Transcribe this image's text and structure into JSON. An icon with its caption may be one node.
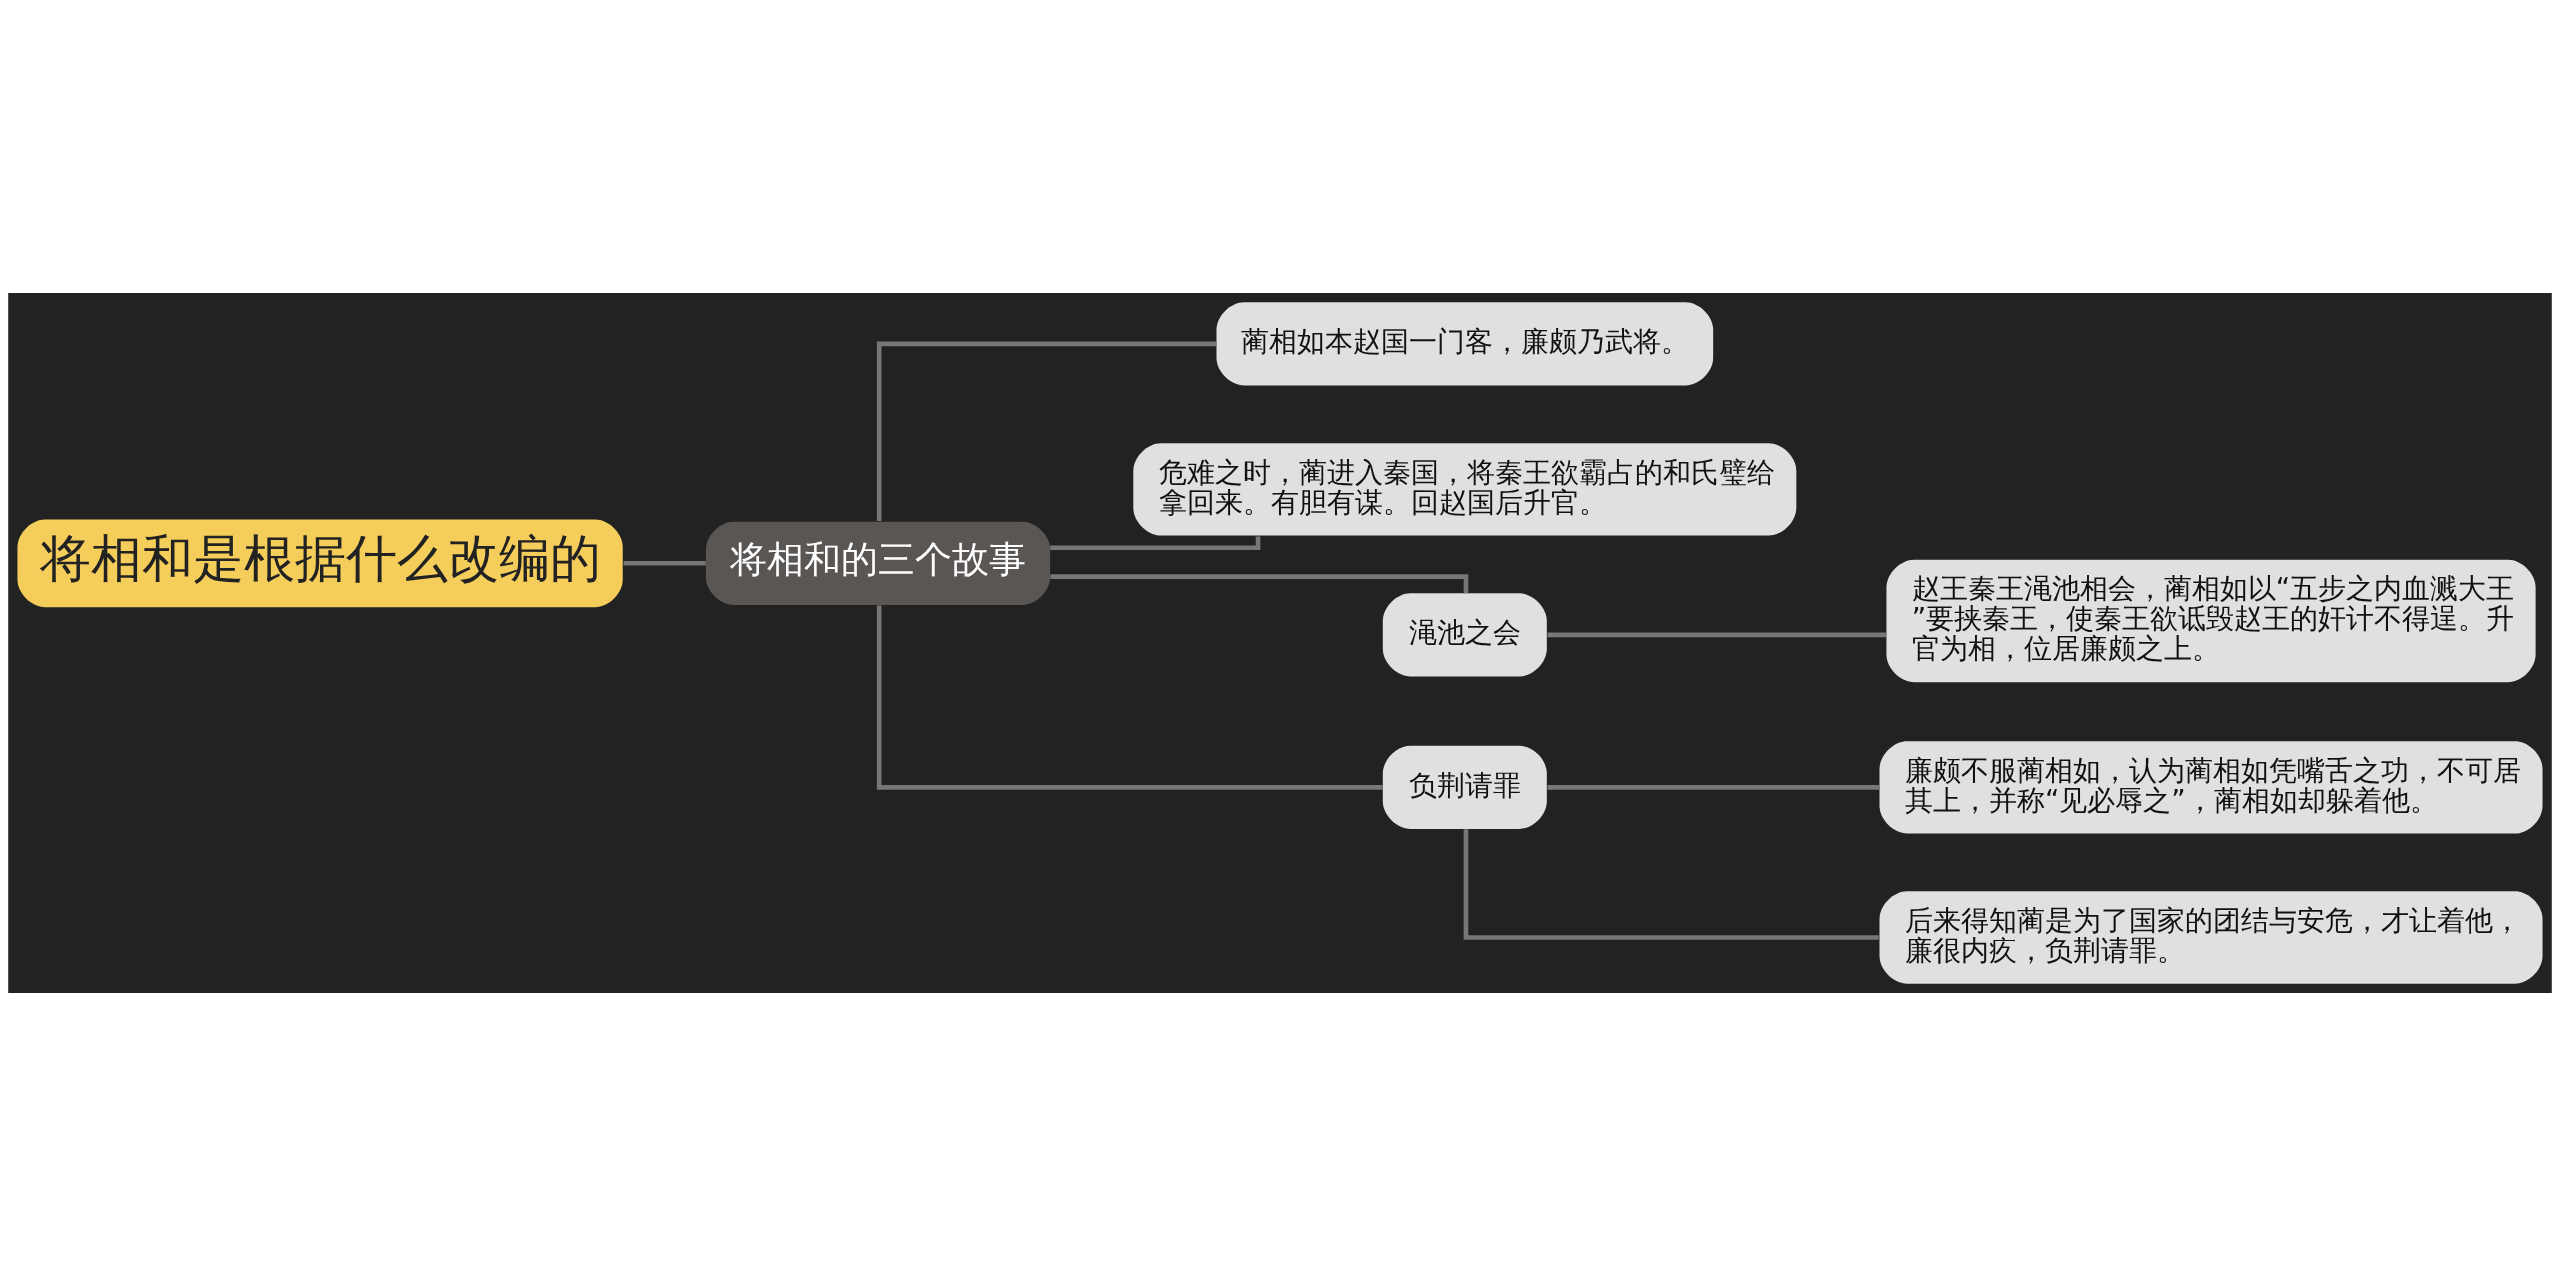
{
  "diagram": {
    "nodes": [
      {
        "text": [
          "将相和是根据什么改编的"
        ]
      },
      {
        "text": [
          "将相和的三个故事"
        ]
      },
      {
        "text": [
          "蔺相如本赵国一门客，廉颇乃武将。"
        ]
      },
      {
        "text": [
          "危难之时，蔺进入秦国，将秦王欲霸占的和氏璧给拿回来。有胆有谋。回赵国后升官。"
        ]
      },
      {
        "text": [
          "渑池之会"
        ]
      },
      {
        "text": [
          "赵王秦王渑池相会，蔺相如以“五步之内血溅大王”要挟秦王，使秦王欲诋毁赵王的奸计不得逞。升官为相，位居廉颇之上。"
        ]
      },
      {
        "text": [
          "负荆请罪"
        ]
      },
      {
        "text": [
          "廉颇不服蔺相如，认为蔺相如凭嘴舌之功，不可居其上，并称“见必辱之”，蔺相如却躲着他。"
        ]
      },
      {
        "text": [
          "后来得知蔺是为了国家的团结与安危，才让着他，廉很内疚，负荆请罪。"
        ]
      }
    ],
    "edges": [
      {
        "from": 0,
        "to": 1,
        "arrow": "none"
      },
      {
        "from": 1,
        "to": 2,
        "arrow": "none"
      },
      {
        "from": 1,
        "to": 3,
        "arrow": "none"
      },
      {
        "from": 1,
        "to": 4,
        "arrow": "none"
      },
      {
        "from": 4,
        "to": 5,
        "arrow": "none"
      },
      {
        "from": 1,
        "to": 6,
        "arrow": "none"
      },
      {
        "from": 6,
        "to": 7,
        "arrow": "none"
      },
      {
        "from": 6,
        "to": 8,
        "arrow": "none"
      }
    ]
  }
}
